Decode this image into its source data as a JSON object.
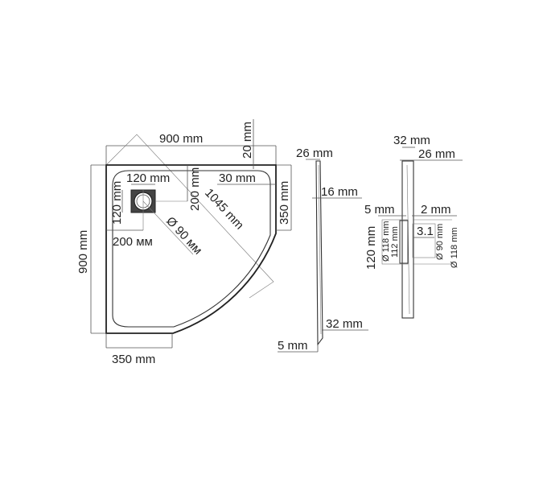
{
  "drawing": {
    "top_view": {
      "width_label": "900 mm",
      "height_label": "900 mm",
      "rim_top_label": "20 mm",
      "rim_side_label": "30 mm",
      "side_straight_label": "350 mm",
      "bottom_straight_label": "350 mm",
      "diagonal_label": "1045 mm",
      "drain_width_label": "120 mm",
      "drain_height_label": "120 mm",
      "drain_offset_x_label": "200 мм",
      "drain_offset_y_label": "200 mm",
      "drain_diameter_label": "Ø 90 мм"
    },
    "side_view": {
      "top_label": "26 mm",
      "inner_label": "16 mm",
      "bottom_label": "32 mm",
      "foot_label": "5 mm"
    },
    "section_view": {
      "total_label": "32 mm",
      "top_label": "26 mm",
      "left_gap_label": "5 mm",
      "right_gap_label": "2 mm",
      "height_label": "120 mm",
      "outer_dia_left_label": "Ø 118 mm",
      "inner_height_label": "112 mm",
      "value_label": "3.1",
      "inner_dia_label": "Ø 90 mm",
      "outer_dia_right_label": "Ø 118 mm"
    }
  }
}
